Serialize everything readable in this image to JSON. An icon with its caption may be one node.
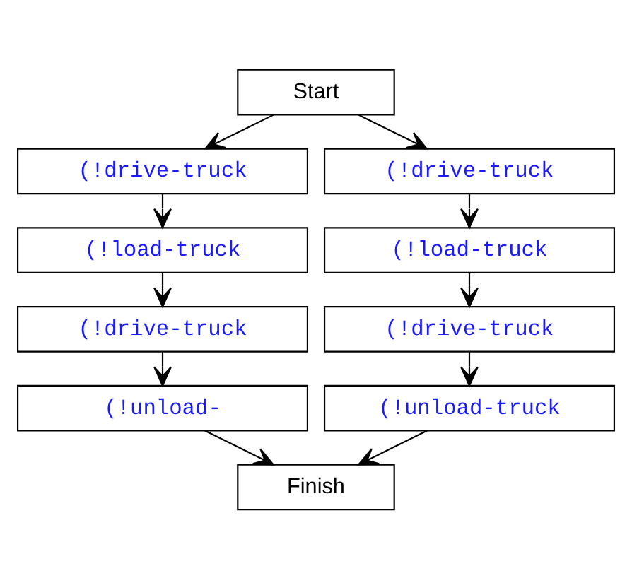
{
  "diagram": {
    "nodes": [
      {
        "text": [
          "Start"
        ]
      },
      {
        "text": [
          "(!drive-truck"
        ]
      },
      {
        "text": [
          "(!load-truck"
        ]
      },
      {
        "text": [
          "(!drive-truck"
        ]
      },
      {
        "text": [
          "(!unload-"
        ]
      },
      {
        "text": [
          "(!drive-truck"
        ]
      },
      {
        "text": [
          "(!load-truck"
        ]
      },
      {
        "text": [
          "(!drive-truck"
        ]
      },
      {
        "text": [
          "(!unload-truck"
        ]
      },
      {
        "text": [
          "Finish"
        ]
      }
    ],
    "edges": [
      {
        "from": 0,
        "to": 1,
        "arrow": "to"
      },
      {
        "from": 0,
        "to": 5,
        "arrow": "to"
      },
      {
        "from": 1,
        "to": 2,
        "arrow": "to"
      },
      {
        "from": 2,
        "to": 3,
        "arrow": "to"
      },
      {
        "from": 3,
        "to": 4,
        "arrow": "to"
      },
      {
        "from": 5,
        "to": 6,
        "arrow": "to"
      },
      {
        "from": 6,
        "to": 7,
        "arrow": "to"
      },
      {
        "from": 7,
        "to": 8,
        "arrow": "to"
      },
      {
        "from": 4,
        "to": 9,
        "arrow": "to"
      },
      {
        "from": 8,
        "to": 9,
        "arrow": "to"
      }
    ]
  }
}
